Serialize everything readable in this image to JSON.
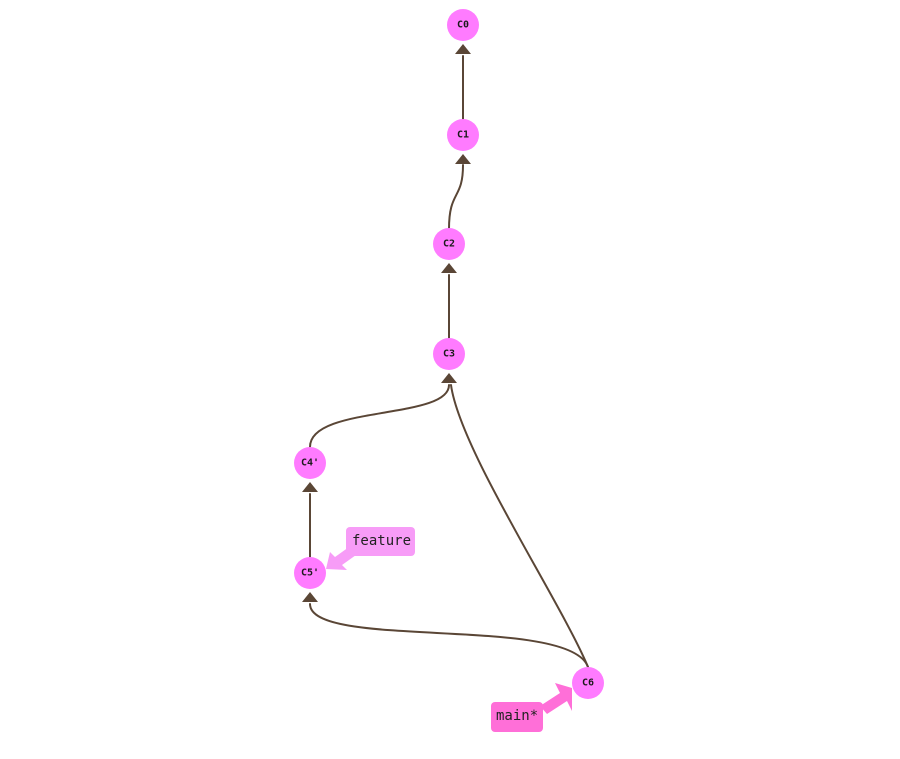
{
  "colors": {
    "edge": "#5a4636",
    "commit": "#ff7bff",
    "commit_text": "#1a1a1a",
    "branch_feature_bg": "#f79cf7",
    "branch_main_bg": "#ff6fd8",
    "branch_text": "#222222"
  },
  "commits": [
    {
      "id": "C0",
      "label": "C0"
    },
    {
      "id": "C1",
      "label": "C1"
    },
    {
      "id": "C2",
      "label": "C2"
    },
    {
      "id": "C3",
      "label": "C3"
    },
    {
      "id": "C4p",
      "label": "C4'"
    },
    {
      "id": "C5p",
      "label": "C5'"
    },
    {
      "id": "C6",
      "label": "C6"
    }
  ],
  "edges": [
    {
      "from": "C1",
      "to": "C0"
    },
    {
      "from": "C2",
      "to": "C1"
    },
    {
      "from": "C3",
      "to": "C2"
    },
    {
      "from": "C4p",
      "to": "C3"
    },
    {
      "from": "C6",
      "to": "C3"
    },
    {
      "from": "C5p",
      "to": "C4p"
    },
    {
      "from": "C6",
      "to": "C5p"
    }
  ],
  "branches": [
    {
      "name": "feature",
      "target": "C5p",
      "head": false
    },
    {
      "name": "main*",
      "target": "C6",
      "head": true
    }
  ]
}
